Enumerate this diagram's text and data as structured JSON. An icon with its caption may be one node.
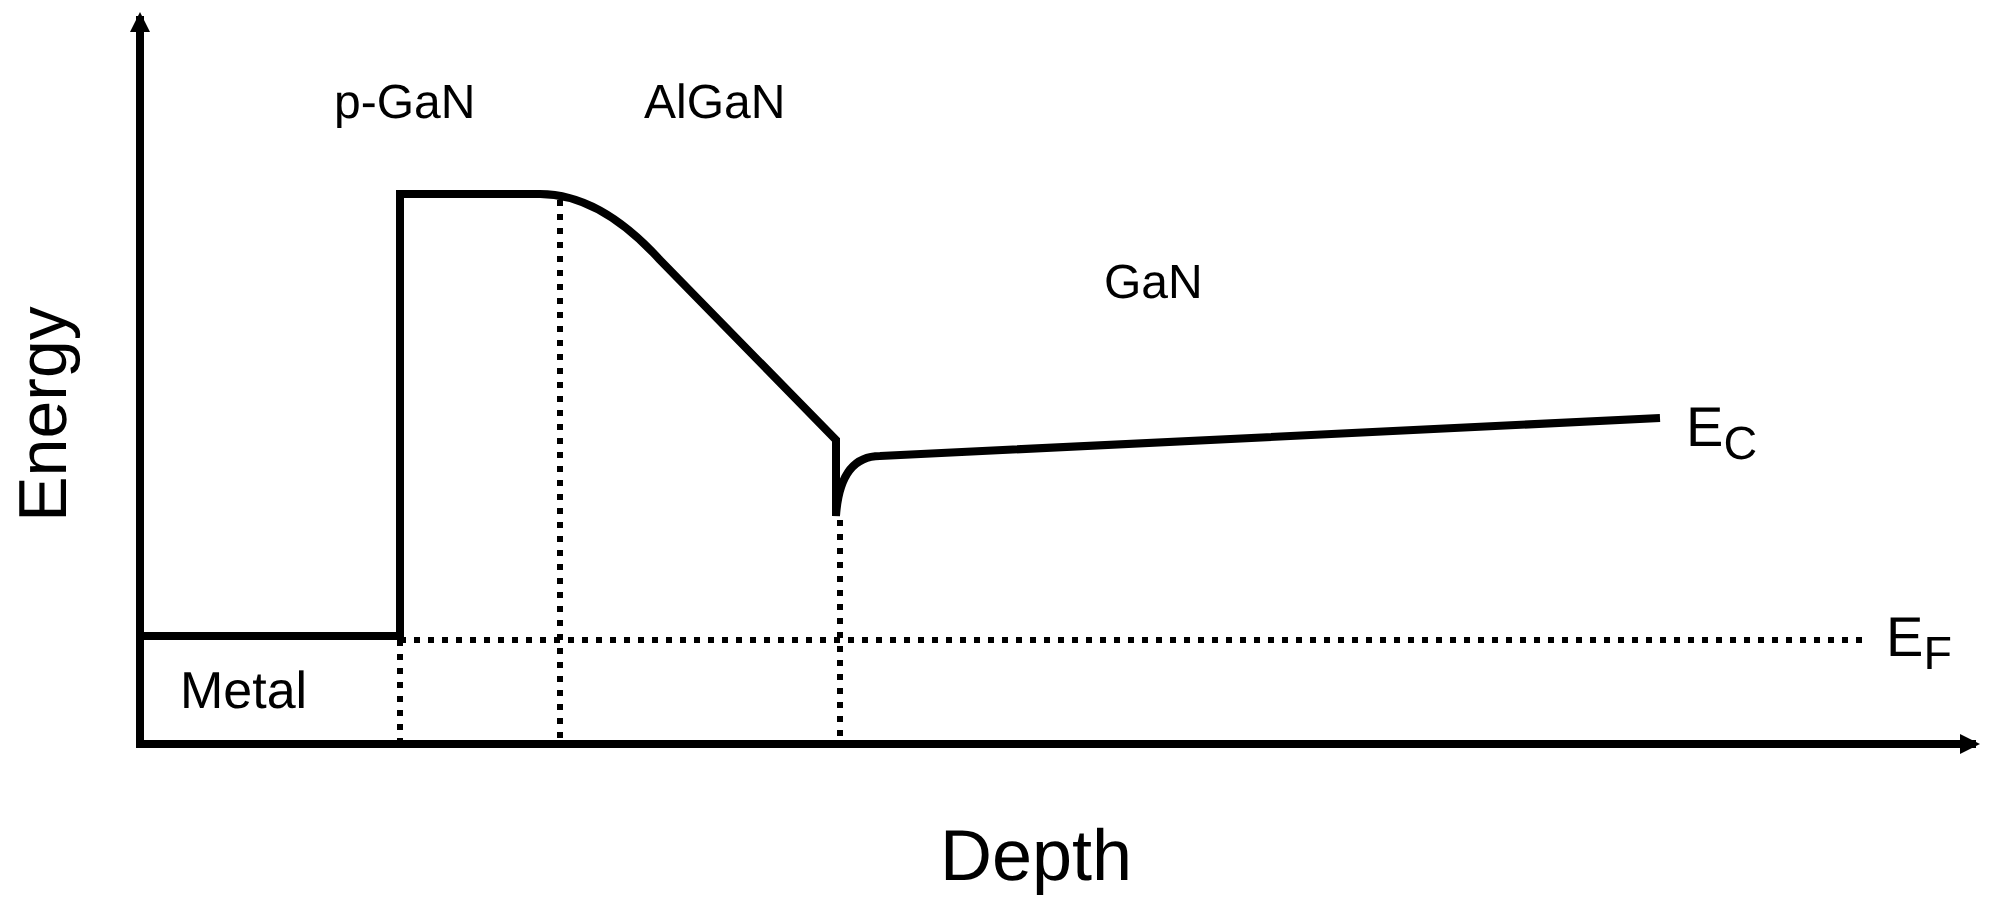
{
  "diagram": {
    "labels": [
      "p-GaN",
      "AlGaN",
      "GaN",
      "Energy",
      "E$_{C}$",
      "E$_{F}$",
      "Metal",
      "Depth"
    ]
  }
}
